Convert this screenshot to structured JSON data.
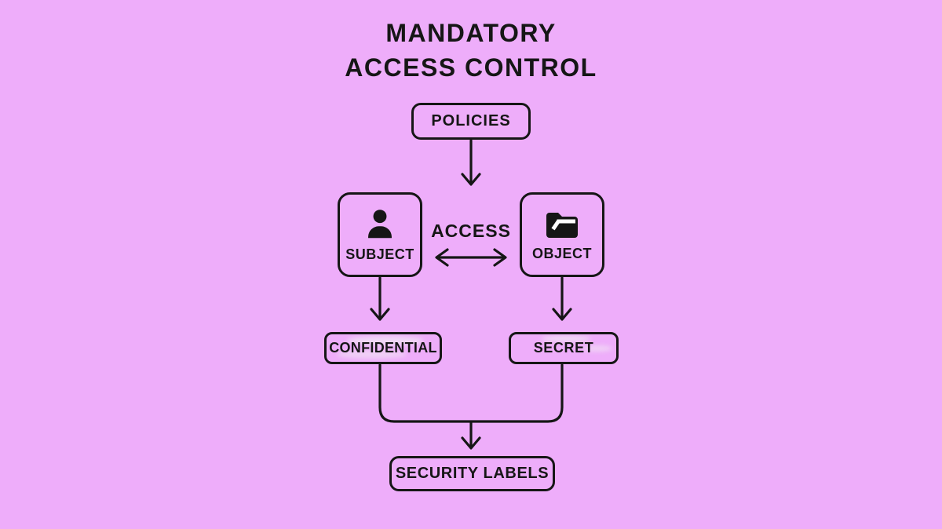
{
  "colors": {
    "background": "#eeadfa",
    "ink": "#161616",
    "highlight": "#f1e7f3",
    "folder_slash": "#ffffff"
  },
  "title": {
    "line1": "MANDATORY",
    "line2": "ACCESS CONTROL"
  },
  "diagram": {
    "policies_label": "POLICIES",
    "subject_label": "SUBJECT",
    "object_label": "OBJECT",
    "access_label": "ACCESS",
    "confidential_label": "CONFIDENTIAL",
    "secret_label": "SECRET",
    "security_labels_label": "SECURITY LABELS",
    "icons": {
      "subject": "person-icon",
      "object": "folder-icon"
    }
  }
}
